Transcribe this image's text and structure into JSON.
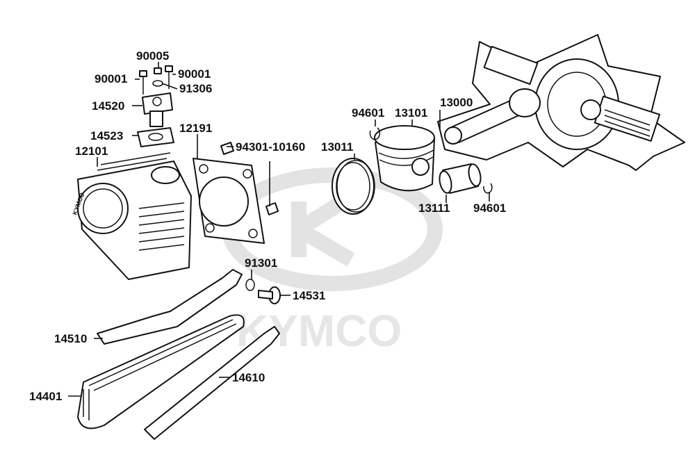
{
  "watermark": {
    "brand": "KYMCO"
  },
  "cylinder": {
    "brand_marking": "KYMCO"
  },
  "callouts": [
    {
      "id": "90005",
      "label": "90005"
    },
    {
      "id": "90001a",
      "label": "90001"
    },
    {
      "id": "90001b",
      "label": "90001"
    },
    {
      "id": "91306",
      "label": "91306"
    },
    {
      "id": "14520",
      "label": "14520"
    },
    {
      "id": "14523",
      "label": "14523"
    },
    {
      "id": "12191",
      "label": "12191"
    },
    {
      "id": "94301",
      "label": "94301-10160"
    },
    {
      "id": "12101",
      "label": "12101"
    },
    {
      "id": "13011",
      "label": "13011"
    },
    {
      "id": "94601a",
      "label": "94601"
    },
    {
      "id": "13101",
      "label": "13101"
    },
    {
      "id": "13000",
      "label": "13000"
    },
    {
      "id": "13111",
      "label": "13111"
    },
    {
      "id": "94601b",
      "label": "94601"
    },
    {
      "id": "91301",
      "label": "91301"
    },
    {
      "id": "14531",
      "label": "14531"
    },
    {
      "id": "14510",
      "label": "14510"
    },
    {
      "id": "14610",
      "label": "14610"
    },
    {
      "id": "14401",
      "label": "14401"
    }
  ]
}
